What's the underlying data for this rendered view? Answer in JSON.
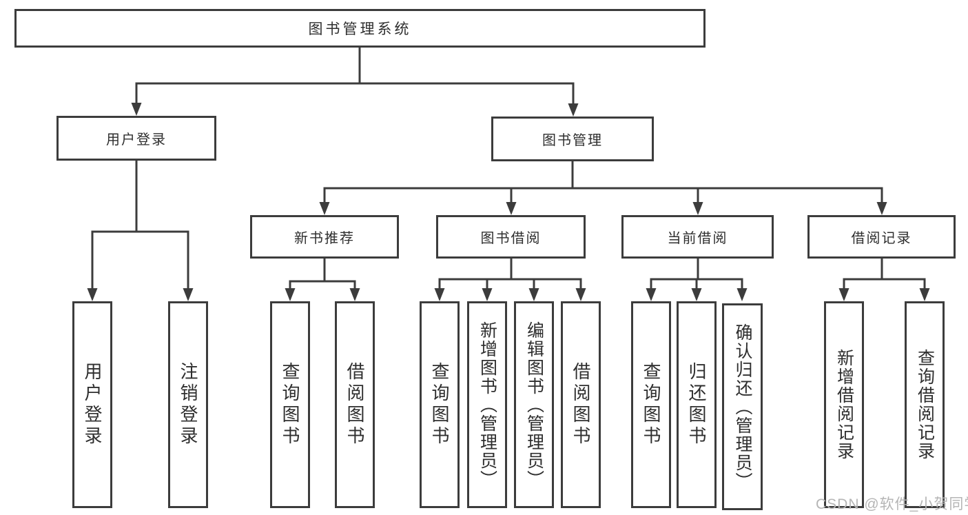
{
  "diagram_type": "hierarchy-tree",
  "colors": {
    "line": "#3c3c3c",
    "box_border": "#3c3c3c",
    "text": "#2e2e2e",
    "background": "#ffffff",
    "watermark": "#b5b5b5"
  },
  "tree": {
    "label": "图书管理系统",
    "children": [
      {
        "label": "用户登录",
        "children": [
          {
            "label": "用户登录"
          },
          {
            "label": "注销登录"
          }
        ]
      },
      {
        "label": "图书管理",
        "children": [
          {
            "label": "新书推荐",
            "children": [
              {
                "label": "查询图书"
              },
              {
                "label": "借阅图书"
              }
            ]
          },
          {
            "label": "图书借阅",
            "children": [
              {
                "label": "查询图书"
              },
              {
                "label": "新增图书（管理员）"
              },
              {
                "label": "编辑图书（管理员）"
              },
              {
                "label": "借阅图书"
              }
            ]
          },
          {
            "label": "当前借阅",
            "children": [
              {
                "label": "查询图书"
              },
              {
                "label": "归还图书"
              },
              {
                "label": "确认归还（管理员）"
              }
            ]
          },
          {
            "label": "借阅记录",
            "children": [
              {
                "label": "新增借阅记录"
              },
              {
                "label": "查询借阅记录"
              }
            ]
          }
        ]
      }
    ]
  },
  "watermark": {
    "text": "CSDN @软件_小贺同学"
  }
}
